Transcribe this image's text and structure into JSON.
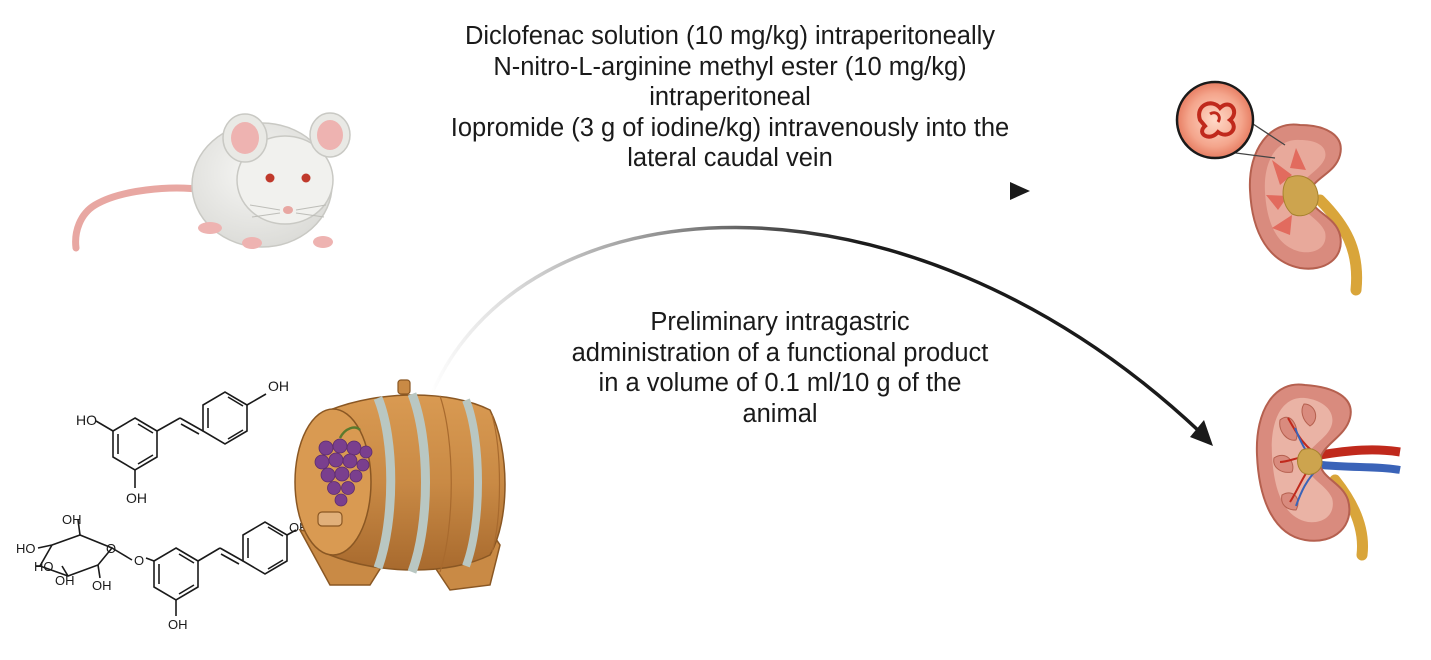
{
  "top_protocol": {
    "lines": [
      "Diclofenac solution (10 mg/kg) intraperitoneally",
      "N-nitro-L-arginine methyl ester (10 mg/kg)",
      "intraperitoneal",
      "Iopromide (3 g of iodine/kg) intravenously into the",
      "lateral caudal vein"
    ]
  },
  "bottom_protocol": {
    "lines": [
      "Preliminary intragastric",
      "administration of a functional product",
      "in a volume of 0.1 ml/10 g of the",
      "animal"
    ]
  },
  "molecules": {
    "resveratrol": {
      "labels": [
        "HO",
        "OH",
        "OH"
      ]
    },
    "piceid": {
      "labels": [
        "OH",
        "HO",
        "HO",
        "OH",
        "OH",
        "O",
        "O",
        "OH",
        "OH"
      ]
    }
  },
  "icons": [
    "mouse-icon",
    "wine-barrel-icon",
    "grapes-icon",
    "damaged-kidney-icon",
    "glomerulus-magnifier-icon",
    "healthy-kidney-icon",
    "straight-arrow-icon",
    "curved-arrow-icon"
  ],
  "colors": {
    "arrow": "#1a1a1a",
    "barrel_wood": "#c98a45",
    "barrel_hoop": "#b9c7c2",
    "grapes": "#7a3f8e",
    "kidney": "#d98b7e",
    "ureter": "#d9a53a"
  }
}
